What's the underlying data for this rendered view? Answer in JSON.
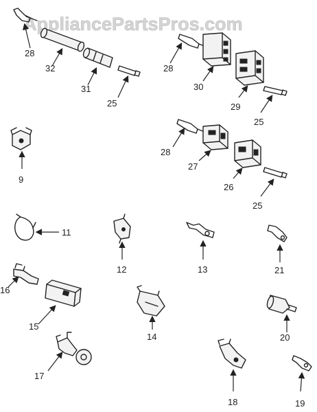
{
  "watermark": "AppliancePartsPros.com",
  "labels": {
    "p28a": "28",
    "p32": "32",
    "p31": "31",
    "p25a": "25",
    "p28b": "28",
    "p30": "30",
    "p29": "29",
    "p25b": "25",
    "p9": "9",
    "p28c": "28",
    "p27": "27",
    "p26": "26",
    "p25c": "25",
    "p11": "11",
    "p12": "12",
    "p13": "13",
    "p21": "21",
    "p16": "16",
    "p15": "15",
    "p14": "14",
    "p20": "20",
    "p17": "17",
    "p18": "18",
    "p19": "19"
  }
}
